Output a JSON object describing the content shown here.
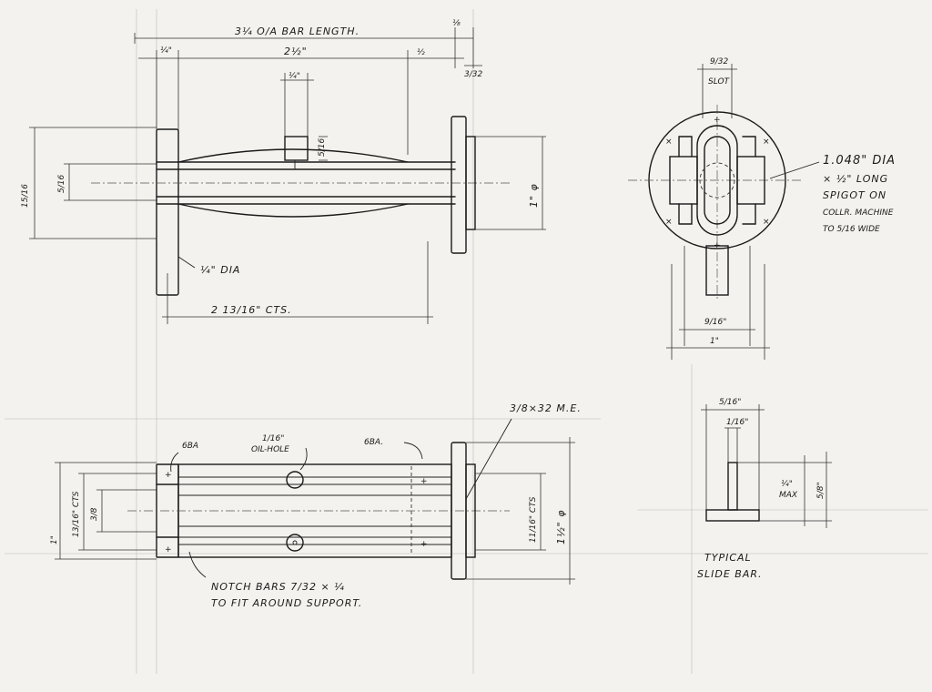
{
  "top_view": {
    "overall_length": "3¼ O/A BAR LENGTH.",
    "dim_quarter_left": "¼\"",
    "dim_two_half": "2½\"",
    "dim_half": "½",
    "dim_eighth": "⅛",
    "dim_three_32": "3/32",
    "dim_quarter_top": "¼\"",
    "dim_five_16_small": "5/16",
    "dim_fifteen_16": "15/16",
    "dim_five_16_left": "5/16",
    "dim_one_dia": "1\" φ",
    "quarter_dia_note": "¼\" DIA",
    "centres": "2 13/16\" CTS."
  },
  "end_view": {
    "slot_width": "9/32",
    "slot_label": "SLOT",
    "dim_nine_16": "9/16\"",
    "dim_one": "1\"",
    "spigot_note_line1": "1.048\" DIA",
    "spigot_note_line2": "× ½\" LONG",
    "spigot_note_line3": "SPIGOT ON",
    "spigot_note_line4": "COLLR. MACHINE",
    "spigot_note_line5": "TO 5/16 WIDE"
  },
  "side_view": {
    "label_6ba_left": "6BA",
    "label_oil_hole": "1/16\"",
    "label_oil_hole_2": "OIL-HOLE",
    "label_6ba_right": "6BA.",
    "label_thread": "3/8×32 M.E.",
    "dim_one": "1\"",
    "dim_thirteen_16": "13/16\" CTS",
    "dim_three_8": "3/8",
    "dim_eleven_16": "11/16\" CTS",
    "dim_one_half_dia": "1½\" φ",
    "notch_line1": "NOTCH BARS 7/32 × ¼",
    "notch_line2": "TO FIT AROUND SUPPORT."
  },
  "slide_bar": {
    "dim_five_16": "5/16\"",
    "dim_one_16": "1/16\"",
    "dim_quarter_max": "¼\"",
    "dim_max": "MAX",
    "dim_five_8": "5/8\"",
    "caption_line1": "TYPICAL",
    "caption_line2": "SLIDE BAR."
  }
}
